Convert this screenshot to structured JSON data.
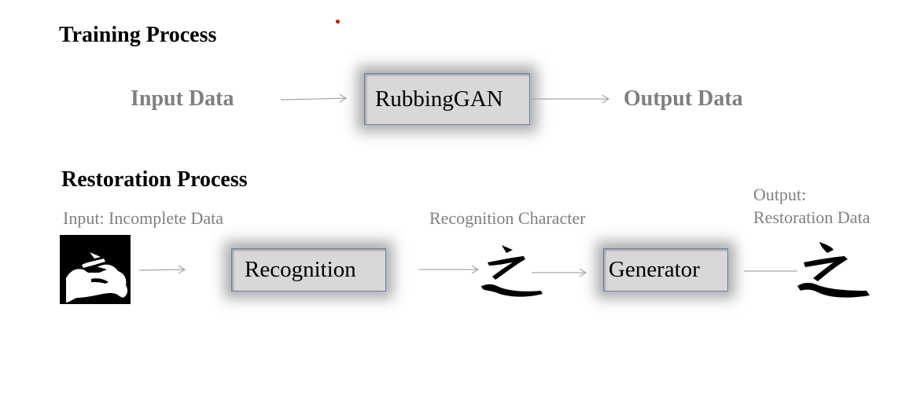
{
  "training": {
    "title": "Training Process",
    "input_label": "Input Data",
    "model_label": "RubbingGAN",
    "output_label": "Output Data"
  },
  "restoration": {
    "title": "Restoration Process",
    "input_caption": "Input: Incomplete Data",
    "recognition_label": "Recognition",
    "recognized_caption": "Recognition Character",
    "generator_label": "Generator",
    "output_caption_line1": "Output:",
    "output_caption_line2": "Restoration Data",
    "character": "之"
  },
  "colors": {
    "box_fill": "#d9d7d8",
    "box_border": "#6a7fa3",
    "label_gray": "#7f7f7f",
    "arrow_gray": "#a6a6a6",
    "marker_red": "#c00000"
  }
}
